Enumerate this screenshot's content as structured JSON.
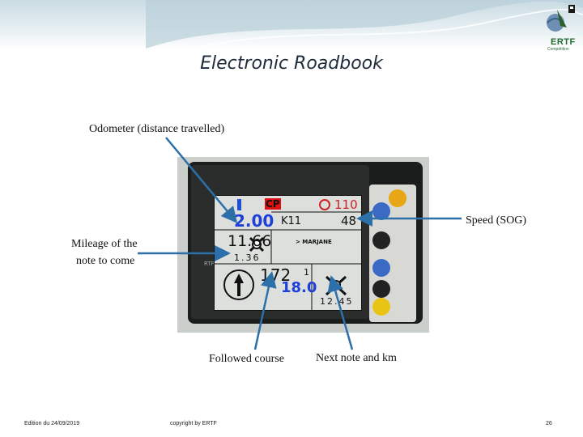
{
  "slide": {
    "title": "Electronic Roadbook",
    "labels": {
      "odometer": "Odometer (distance travelled)",
      "speed": "Speed (SOG)",
      "mileage_line1": "Mileage of the",
      "mileage_line2": "note to come",
      "followed_course": "Followed course",
      "next_note": "Next note and km"
    },
    "footer": {
      "edition": "Edition du 24/09/2019",
      "copyright": "copyright by ERTF",
      "page_number": "26"
    },
    "logo": {
      "text": "ERTF",
      "subtext": "Compétition"
    },
    "arrow_color": "#2d6fa8"
  },
  "device_screen": {
    "odometer": "2.00",
    "cp": "CP",
    "hazard": "110",
    "waypoint": "K11",
    "speed": "48",
    "note_distance": "11.66",
    "note_text": "> MARJANE",
    "sub_distance": "1.36",
    "course": "172",
    "course_small": "1",
    "next_km": "18.0",
    "next_note_km": "12.45",
    "side_letters": "RTF"
  }
}
